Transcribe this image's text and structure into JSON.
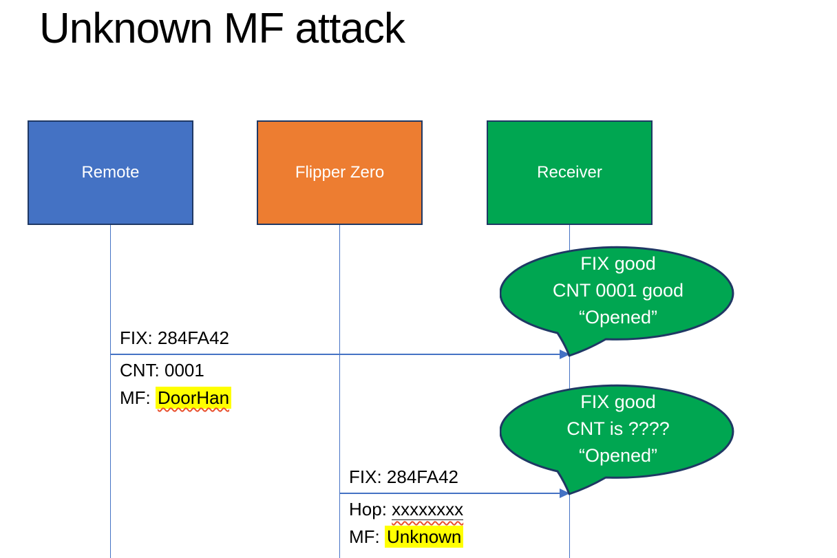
{
  "title": "Unknown MF attack",
  "actors": [
    {
      "id": "remote",
      "label": "Remote",
      "color": "#4472C4"
    },
    {
      "id": "flipper",
      "label": "Flipper Zero",
      "color": "#ED7D31"
    },
    {
      "id": "receiver",
      "label": "Receiver",
      "color": "#00A651"
    }
  ],
  "messages": [
    {
      "from": "remote",
      "to": "receiver",
      "line1": "FIX: 284FA42",
      "line2": "CNT: 0001",
      "line3_prefix": "MF: ",
      "line3_value": "DoorHan"
    },
    {
      "from": "flipper",
      "to": "receiver",
      "line1": "FIX: 284FA42",
      "line2_prefix": "Hop: ",
      "line2_value": "xxxxxxxx",
      "line3_prefix": "MF: ",
      "line3_value": "Unknown"
    }
  ],
  "callouts": [
    {
      "lines": [
        "FIX good",
        "CNT 0001 good",
        "“Opened”"
      ]
    },
    {
      "lines": [
        "FIX good",
        "CNT is ????",
        "“Opened”"
      ]
    }
  ],
  "colors": {
    "actor-blue": "#4472C4",
    "actor-orange": "#ED7D31",
    "actor-green": "#00A651",
    "outline-navy": "#1F3864",
    "line-blue": "#4472C4",
    "highlight-yellow": "#FFFF00",
    "squiggle-red": "#E8502E",
    "text-dark": "#000000",
    "text-light": "#FFFFFF"
  }
}
